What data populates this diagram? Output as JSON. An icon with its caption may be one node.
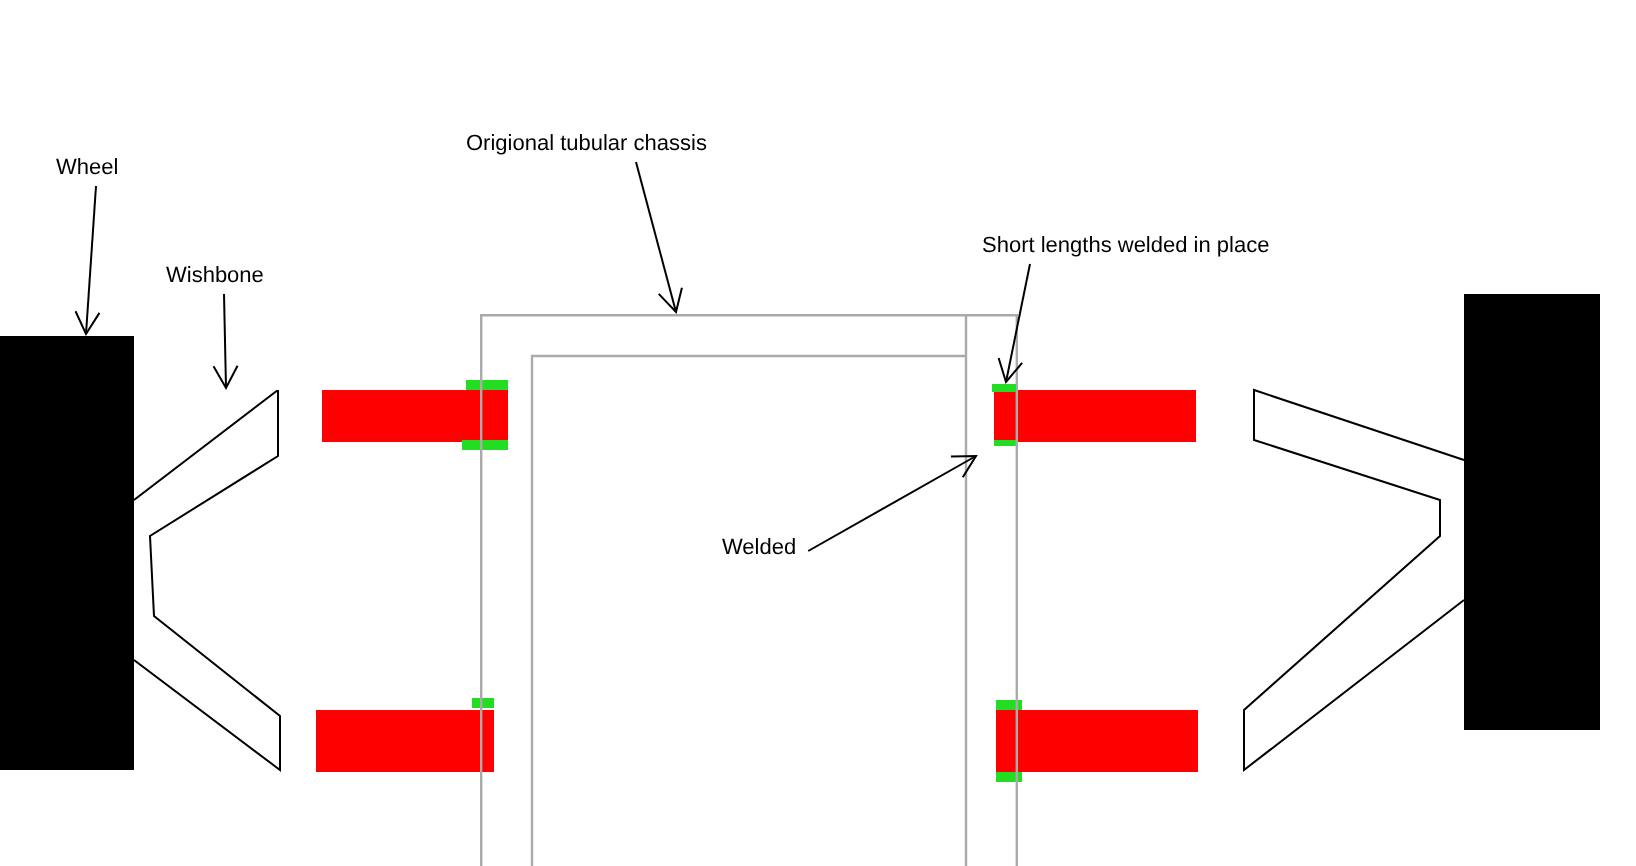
{
  "diagram": {
    "nodes": [
      {
        "text": [
          "Wheel"
        ]
      },
      {
        "text": [],
        "shape": "box"
      },
      {
        "text": [
          "Wishbone"
        ]
      },
      {
        "text": [],
        "shape": "bar"
      },
      {
        "text": [
          "Origional tubular chassis"
        ]
      },
      {
        "text": [],
        "shape": "box"
      },
      {
        "text": [
          "Short lengths welded in place"
        ]
      },
      {
        "text": [],
        "shape": "bar",
        "in": 5
      },
      {
        "text": [
          "Welded"
        ],
        "in": 5
      }
    ],
    "edges": [
      {
        "from": 0,
        "to": 1,
        "arrow": "to"
      },
      {
        "from": 2,
        "to": 3,
        "arrow": "to"
      },
      {
        "from": 4,
        "to": 5,
        "arrow": "to"
      },
      {
        "from": 6,
        "to": 7,
        "arrow": "to"
      },
      {
        "from": 8,
        "to": 5,
        "arrow": "to"
      }
    ]
  }
}
